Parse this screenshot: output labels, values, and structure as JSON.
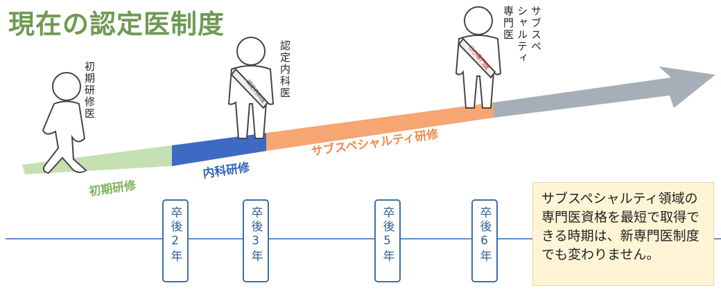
{
  "title": "現在の認定医制度",
  "people": {
    "resident": "初期研修医",
    "certified": "認定内科医",
    "subspecialist": [
      "サブスペ",
      "シャルティ",
      "専門医"
    ]
  },
  "sash": {
    "certified": "認定内科医",
    "subspecialist": "○○専門医"
  },
  "stages": {
    "initial": "初期研修",
    "internal": "内科研修",
    "subspecialty": "サブスペシャルティ研修"
  },
  "years": [
    "卒後2年",
    "卒後3年",
    "卒後5年",
    "卒後6年"
  ],
  "note": "サブスペシャルティ領域の専門医資格を最短で取得できる時期は、新専門医制度でも変わりません。",
  "colors": {
    "title": "#6f9a53",
    "initial": "#c5e0b3",
    "internal": "#3d6bc4",
    "subspecialty": "#f5a673",
    "arrow": "#a6afb8",
    "timeline": "#5a8fc8",
    "note_bg": "#fff4d6"
  }
}
